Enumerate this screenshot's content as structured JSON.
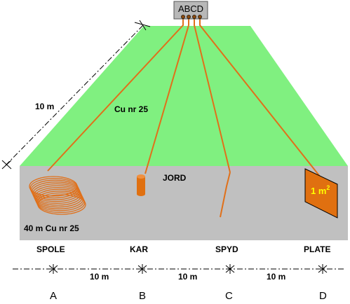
{
  "terminal_box": {
    "label": "ABCD"
  },
  "surface": {
    "side_distance": "10 m",
    "cable_label": "Cu nr 25"
  },
  "ground": {
    "label": "JORD"
  },
  "coil": {
    "label": "40 m Cu nr 25"
  },
  "plate": {
    "area_label": "1 m",
    "area_superscript": "2"
  },
  "electrodes": [
    {
      "name": "SPOLE",
      "letter": "A"
    },
    {
      "name": "KAR",
      "letter": "B"
    },
    {
      "name": "SPYD",
      "letter": "C"
    },
    {
      "name": "PLATE",
      "letter": "D"
    }
  ],
  "spacing": [
    "10 m",
    "10 m",
    "10 m"
  ],
  "colors": {
    "grass": "#80f080",
    "ground": "#c0c0c0",
    "cable": "#e0701a",
    "box": "#b8b8b8",
    "plate": "#e07010"
  }
}
